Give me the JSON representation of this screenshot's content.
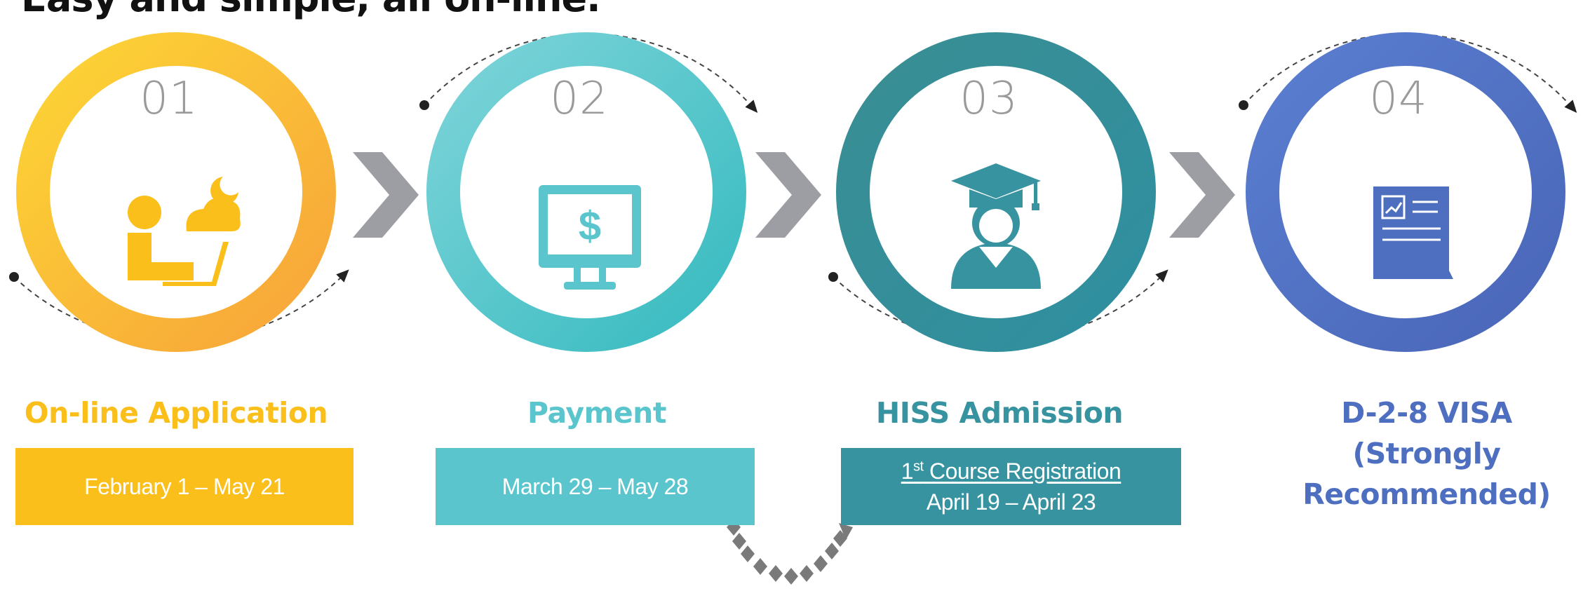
{
  "headline": "Easy and simple, all on-line.",
  "colors": {
    "step1": "#fbbf1b",
    "step2": "#5bc5cd",
    "step3": "#3793a0",
    "step4": "#4e6fbf",
    "chevron": "#9d9ea3"
  },
  "steps": [
    {
      "number": "01",
      "icon": "person-laptop-cloud-icon",
      "title": "On-line Application",
      "dates": "February 1 – May 21"
    },
    {
      "number": "02",
      "icon": "monitor-dollar-icon",
      "title": "Payment",
      "dates": "March 29 – May 28"
    },
    {
      "number": "03",
      "icon": "graduate-icon",
      "title": "HISS Admission",
      "course_prefix": "1",
      "course_sup": "st",
      "course_rest": " Course Registration",
      "dates": "April 19 – April 23"
    },
    {
      "number": "04",
      "icon": "document-chart-icon",
      "title_line1": "D-2-8 VISA",
      "title_line2": "(Strongly",
      "title_line3": "Recommended)"
    }
  ]
}
